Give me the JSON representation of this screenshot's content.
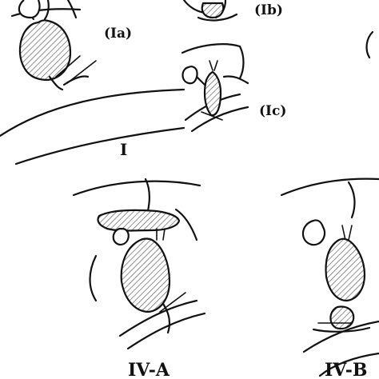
{
  "figure": {
    "labels": {
      "ia": "(Ia)",
      "ib": "(Ib)",
      "ic": "(Ic)",
      "type_i": "I",
      "type_iva": "IV-A",
      "type_ivb": "IV-B"
    },
    "colors": {
      "ink": "#111111",
      "background": "#ffffff"
    }
  }
}
